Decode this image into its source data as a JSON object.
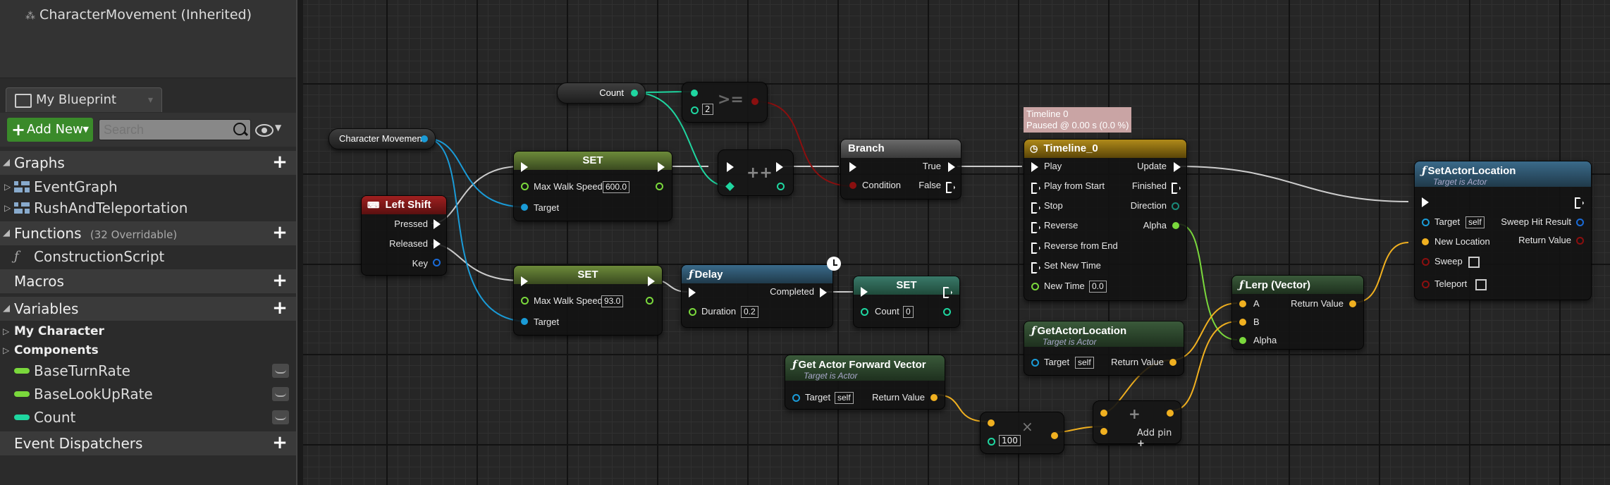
{
  "components": {
    "character_movement": "CharacterMovement (Inherited)"
  },
  "tab": {
    "title": "My Blueprint"
  },
  "toolbar": {
    "add_new": "Add New",
    "search_placeholder": "Search"
  },
  "sections": {
    "graphs": "Graphs",
    "functions": "Functions",
    "functions_sub": "(32 Overridable)",
    "macros": "Macros",
    "variables": "Variables",
    "event_dispatchers": "Event Dispatchers"
  },
  "graphs": [
    "EventGraph",
    "RushAndTeleportation"
  ],
  "functions": [
    "ConstructionScript"
  ],
  "variable_groups": [
    "My Character",
    "Components"
  ],
  "variables": [
    {
      "name": "BaseTurnRate",
      "color": "#7ad83c"
    },
    {
      "name": "BaseLookUpRate",
      "color": "#7ad83c"
    },
    {
      "name": "Count",
      "color": "#1fd6a0"
    }
  ],
  "graph": {
    "character_movement": "Character Movement",
    "count_var": "Count",
    "ge_op": ">=",
    "ge_value": "2",
    "increment_op": "++",
    "branch": {
      "title": "Branch",
      "true": "True",
      "condition": "Condition",
      "false": "False"
    },
    "left_shift": {
      "title": "Left Shift",
      "pressed": "Pressed",
      "released": "Released",
      "key": "Key"
    },
    "set1": {
      "title": "SET",
      "field": "Max Walk Speed",
      "value": "600.0",
      "target": "Target"
    },
    "set2": {
      "title": "SET",
      "field": "Max Walk Speed",
      "value": "93.0",
      "target": "Target"
    },
    "delay": {
      "title": "Delay",
      "completed": "Completed",
      "duration": "Duration",
      "value": "0.2"
    },
    "set3": {
      "title": "SET",
      "field": "Count",
      "value": "0"
    },
    "timeline_comment": {
      "line1": "Timeline 0",
      "line2": "Paused @ 0.00 s (0.0 %)"
    },
    "timeline": {
      "title": "Timeline_0",
      "inputs": [
        "Play",
        "Play from Start",
        "Stop",
        "Reverse",
        "Reverse from End",
        "Set New Time",
        "New Time"
      ],
      "new_time_value": "0.0",
      "outputs": [
        "Update",
        "Finished",
        "Direction",
        "Alpha"
      ]
    },
    "set_actor_location": {
      "title": "SetActorLocation",
      "subtitle": "Target is Actor",
      "target": "Target",
      "self": "self",
      "new_location": "New Location",
      "sweep": "Sweep",
      "teleport": "Teleport",
      "sweep_hit": "Sweep Hit Result",
      "return_value": "Return Value"
    },
    "lerp": {
      "title": "Lerp (Vector)",
      "a": "A",
      "b": "B",
      "alpha": "Alpha",
      "return_value": "Return Value"
    },
    "get_actor_location": {
      "title": "GetActorLocation",
      "subtitle": "Target is Actor",
      "target": "Target",
      "self": "self",
      "return_value": "Return Value"
    },
    "get_forward": {
      "title": "Get Actor Forward Vector",
      "subtitle": "Target is Actor",
      "target": "Target",
      "self": "self",
      "return_value": "Return Value"
    },
    "multiply": {
      "op": "×",
      "value": "100"
    },
    "add": {
      "op": "+",
      "add_pin": "Add pin"
    }
  }
}
